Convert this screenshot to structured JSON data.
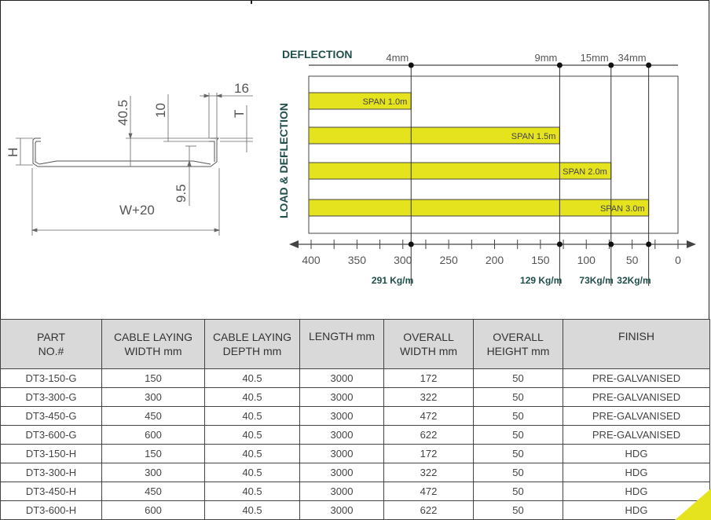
{
  "diagram": {
    "dims": {
      "d16": "16",
      "d40_5": "40.5",
      "d10": "10",
      "dT": "T",
      "dH": "H",
      "d9_5": "9.5",
      "dW": "W+20"
    }
  },
  "chart_data": {
    "type": "bar",
    "title": "DEFLECTION",
    "ylabel": "LOAD & DEFLECTION",
    "xlim": [
      400,
      0
    ],
    "x_ticks": [
      "400",
      "350",
      "300",
      "250",
      "200",
      "150",
      "100",
      "50",
      "0"
    ],
    "series": [
      {
        "label": "SPAN 1.0m",
        "load": 291,
        "load_label": "291 Kg/m",
        "deflection_label": "4mm"
      },
      {
        "label": "SPAN 1.5m",
        "load": 129,
        "load_label": "129 Kg/m",
        "deflection_label": "9mm"
      },
      {
        "label": "SPAN 2.0m",
        "load": 73,
        "load_label": "73Kg/m",
        "deflection_label": "15mm"
      },
      {
        "label": "SPAN 3.0m",
        "load": 32,
        "load_label": "32Kg/m",
        "deflection_label": "34mm"
      }
    ],
    "colors": {
      "bar": "#e5e31e",
      "title": "#1f4f4b"
    }
  },
  "table": {
    "headers": [
      [
        "PART",
        "NO.#"
      ],
      [
        "CABLE LAYING",
        "WIDTH mm"
      ],
      [
        "CABLE LAYING",
        "DEPTH mm"
      ],
      [
        "LENGTH mm",
        ""
      ],
      [
        "OVERALL",
        "WIDTH mm"
      ],
      [
        "OVERALL",
        "HEIGHT mm"
      ],
      [
        "FINISH",
        ""
      ]
    ],
    "rows": [
      [
        "DT3-150-G",
        "150",
        "40.5",
        "3000",
        "172",
        "50",
        "PRE-GALVANISED"
      ],
      [
        "DT3-300-G",
        "300",
        "40.5",
        "3000",
        "322",
        "50",
        "PRE-GALVANISED"
      ],
      [
        "DT3-450-G",
        "450",
        "40.5",
        "3000",
        "472",
        "50",
        "PRE-GALVANISED"
      ],
      [
        "DT3-600-G",
        "600",
        "40.5",
        "3000",
        "622",
        "50",
        "PRE-GALVANISED"
      ],
      [
        "DT3-150-H",
        "150",
        "40.5",
        "3000",
        "172",
        "50",
        "HDG"
      ],
      [
        "DT3-300-H",
        "300",
        "40.5",
        "3000",
        "322",
        "50",
        "HDG"
      ],
      [
        "DT3-450-H",
        "450",
        "40.5",
        "3000",
        "472",
        "50",
        "HDG"
      ],
      [
        "DT3-600-H",
        "600",
        "40.5",
        "3000",
        "622",
        "50",
        "HDG"
      ]
    ]
  },
  "accent_color": "#e5e31e"
}
